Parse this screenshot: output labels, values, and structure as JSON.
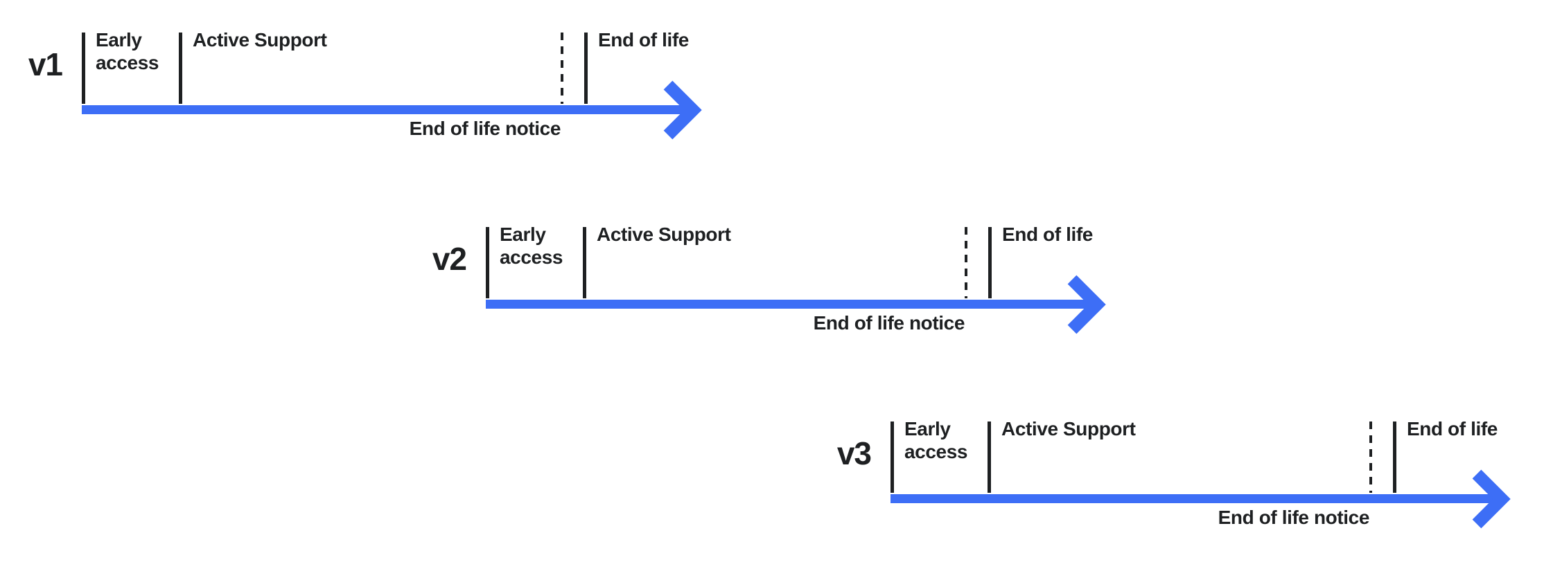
{
  "colors": {
    "accent": "#3D6EF6",
    "ink": "#1E2022"
  },
  "timelines": [
    {
      "version": "v1",
      "early_access": "Early access",
      "active_support": "Active Support",
      "end_of_life": "End of life",
      "end_of_life_notice": "End of life notice"
    },
    {
      "version": "v2",
      "early_access": "Early access",
      "active_support": "Active Support",
      "end_of_life": "End of life",
      "end_of_life_notice": "End of life notice"
    },
    {
      "version": "v3",
      "early_access": "Early access",
      "active_support": "Active Support",
      "end_of_life": "End of life",
      "end_of_life_notice": "End of life notice"
    }
  ]
}
